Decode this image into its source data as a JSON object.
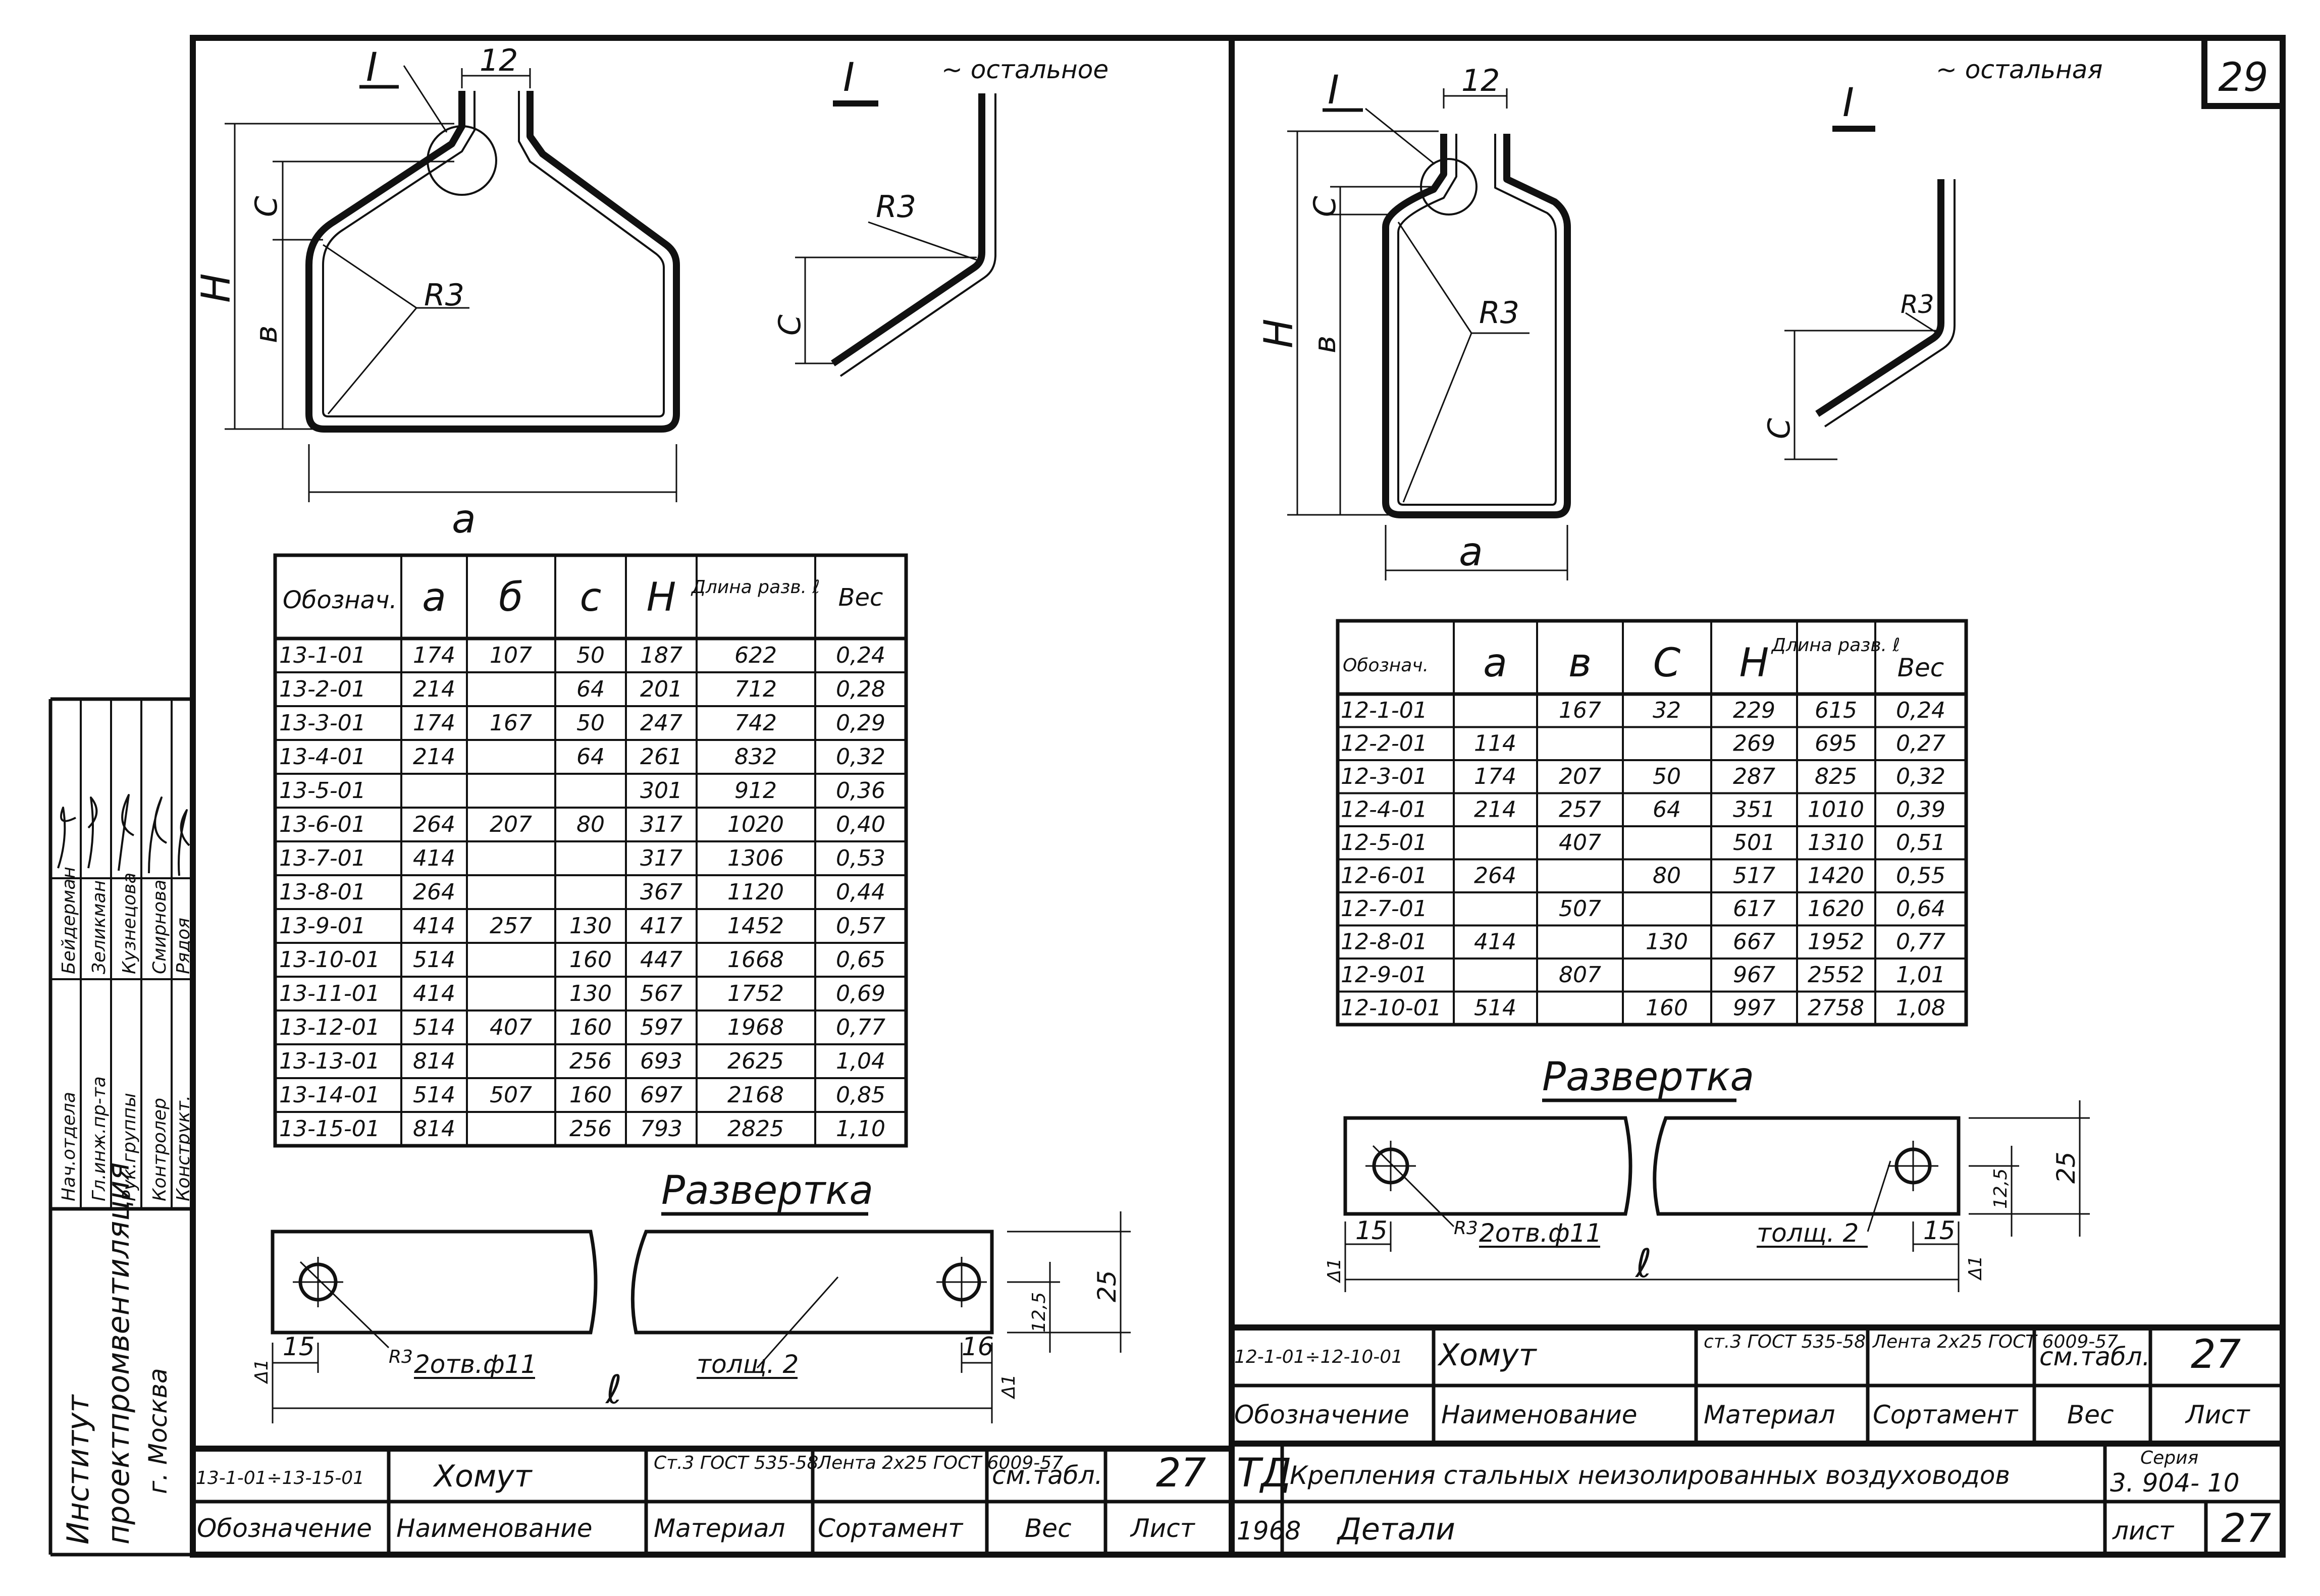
{
  "sheet": {
    "number": "29",
    "series_label": "Серия",
    "series_value": "3. 904- 10",
    "list_label": "лист",
    "list_value": "27",
    "td": "ТД",
    "year": "1968",
    "title": "Крепления стальных неизолированных воздуховодов",
    "subtitle": "Детали"
  },
  "side": {
    "institute_line1": "Институт",
    "institute_line2": "проектпромвентиляция",
    "institute_line3": "г. Москва",
    "roles": [
      "Нач.отдела",
      "Гл.инж.пр-та",
      "Рук.группы",
      "Контролер",
      "Конструкт."
    ],
    "names": [
      "Бейдерман",
      "Зеликман",
      "Кузнецова",
      "Смирнова",
      "Рядоя"
    ]
  },
  "left": {
    "detail_mark": "I",
    "note": "~ остальное",
    "dim_12": "12",
    "dim_c": "С",
    "dim_h": "Н",
    "dim_b": "в",
    "dim_a": "а",
    "radius": "R3",
    "radius_detail": "R3",
    "table_headers": [
      "Обознач.",
      "а",
      "б",
      "с",
      "Н",
      "Длина разв. ℓ",
      "Вес"
    ],
    "rows": [
      [
        "13-1-01",
        "174",
        "107",
        "50",
        "187",
        "622",
        "0,24"
      ],
      [
        "13-2-01",
        "214",
        "",
        "64",
        "201",
        "712",
        "0,28"
      ],
      [
        "13-3-01",
        "174",
        "167",
        "50",
        "247",
        "742",
        "0,29"
      ],
      [
        "13-4-01",
        "214",
        "",
        "64",
        "261",
        "832",
        "0,32"
      ],
      [
        "13-5-01",
        "",
        "",
        "",
        "301",
        "912",
        "0,36"
      ],
      [
        "13-6-01",
        "264",
        "207",
        "80",
        "317",
        "1020",
        "0,40"
      ],
      [
        "13-7-01",
        "414",
        "",
        "",
        "317",
        "1306",
        "0,53"
      ],
      [
        "13-8-01",
        "264",
        "",
        "",
        "367",
        "1120",
        "0,44"
      ],
      [
        "13-9-01",
        "414",
        "257",
        "130",
        "417",
        "1452",
        "0,57"
      ],
      [
        "13-10-01",
        "514",
        "",
        "160",
        "447",
        "1668",
        "0,65"
      ],
      [
        "13-11-01",
        "414",
        "",
        "130",
        "567",
        "1752",
        "0,69"
      ],
      [
        "13-12-01",
        "514",
        "407",
        "160",
        "597",
        "1968",
        "0,77"
      ],
      [
        "13-13-01",
        "814",
        "",
        "256",
        "693",
        "2625",
        "1,04"
      ],
      [
        "13-14-01",
        "514",
        "507",
        "160",
        "697",
        "2168",
        "0,85"
      ],
      [
        "13-15-01",
        "814",
        "",
        "256",
        "793",
        "2825",
        "1,10"
      ]
    ],
    "razvertka": "Развертка",
    "strip_holes": "2отв.ф11",
    "strip_thick": "толщ. 2",
    "strip_r": "R3",
    "strip_15": "15",
    "strip_16": "16",
    "strip_125": "12,5",
    "strip_25": "25",
    "strip_len": "ℓ",
    "strip_d1a": "Δ1",
    "strip_d1b": "Δ1",
    "tb_designation": "13-1-01÷13-15-01",
    "tb_name": "Хомут",
    "tb_material": "Ст.3 ГОСТ 535-58",
    "tb_sortament": "Лента 2х25 ГОСТ 6009-57",
    "tb_weight": "см.табл.",
    "tb_list": "27",
    "tb_h_designation": "Обозначение",
    "tb_h_name": "Наименование",
    "tb_h_material": "Материал",
    "tb_h_sortament": "Сортамент",
    "tb_h_weight": "Вес",
    "tb_h_list": "Лист"
  },
  "right": {
    "detail_mark": "I",
    "note": "~ остальная",
    "dim_12": "12",
    "dim_c": "С",
    "dim_h": "Н",
    "dim_b": "в",
    "dim_a": "а",
    "radius": "R3",
    "radius_detail": "R3",
    "table_headers": [
      "Обознач.",
      "а",
      "в",
      "С",
      "Н",
      "Длина разв. ℓ",
      "Вес"
    ],
    "rows": [
      [
        "12-1-01",
        "",
        "167",
        "32",
        "229",
        "615",
        "0,24"
      ],
      [
        "12-2-01",
        "114",
        "",
        "",
        "269",
        "695",
        "0,27"
      ],
      [
        "12-3-01",
        "174",
        "207",
        "50",
        "287",
        "825",
        "0,32"
      ],
      [
        "12-4-01",
        "214",
        "257",
        "64",
        "351",
        "1010",
        "0,39"
      ],
      [
        "12-5-01",
        "",
        "407",
        "",
        "501",
        "1310",
        "0,51"
      ],
      [
        "12-6-01",
        "264",
        "",
        "80",
        "517",
        "1420",
        "0,55"
      ],
      [
        "12-7-01",
        "",
        "507",
        "",
        "617",
        "1620",
        "0,64"
      ],
      [
        "12-8-01",
        "414",
        "",
        "130",
        "667",
        "1952",
        "0,77"
      ],
      [
        "12-9-01",
        "",
        "807",
        "",
        "967",
        "2552",
        "1,01"
      ],
      [
        "12-10-01",
        "514",
        "",
        "160",
        "997",
        "2758",
        "1,08"
      ]
    ],
    "razvertka": "Развертка",
    "strip_holes": "2отв.ф11",
    "strip_thick": "толщ. 2",
    "strip_r": "R3",
    "strip_15a": "15",
    "strip_15b": "15",
    "strip_125": "12,5",
    "strip_25": "25",
    "strip_len": "ℓ",
    "strip_d1a": "Δ1",
    "strip_d1b": "Δ1",
    "tb_designation": "12-1-01÷12-10-01",
    "tb_name": "Хомут",
    "tb_material": "ст.3 ГОСТ 535-58",
    "tb_sortament": "Лента 2х25 ГОСТ 6009-57",
    "tb_weight": "см.табл.",
    "tb_list": "27",
    "tb_h_designation": "Обозначение",
    "tb_h_name": "Наименование",
    "tb_h_material": "Материал",
    "tb_h_sortament": "Сортамент",
    "tb_h_weight": "Вес",
    "tb_h_list": "Лист"
  }
}
